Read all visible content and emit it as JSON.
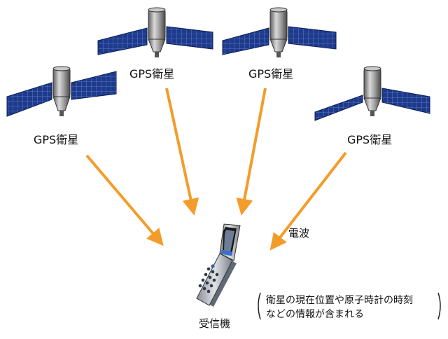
{
  "satellites": [
    {
      "label": "GPS衛星"
    },
    {
      "label": "GPS衛星"
    },
    {
      "label": "GPS衛星"
    },
    {
      "label": "GPS衛星"
    }
  ],
  "wave_label": "電波",
  "receiver_label": "受信機",
  "info_lines": [
    "衛星の現在位置や原子時計の時刻",
    "などの情報が含まれる"
  ],
  "colors": {
    "arrow": "#f39c2a",
    "panel": "#1d3a8c",
    "panel_grid": "#6f86c8",
    "body_metal": "#9a9a9a"
  }
}
